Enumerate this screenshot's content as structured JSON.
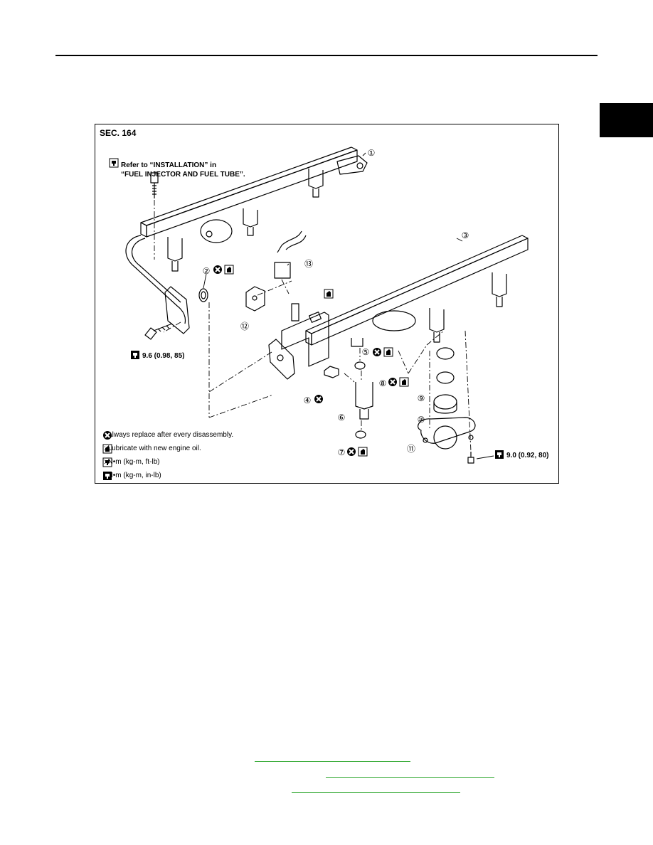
{
  "diagram": {
    "section": "SEC. 164",
    "torque_note": {
      "line1": "Refer to “INSTALLATION” in",
      "line2": "“FUEL INJECTOR AND FUEL TUBE”."
    },
    "torque_values": {
      "left_bolt": "9.6 (0.98, 85)",
      "right_bolt": "9.0 (0.92, 80)"
    },
    "callouts": [
      "①",
      "②",
      "③",
      "④",
      "⑤",
      "⑥",
      "⑦",
      "⑧",
      "⑨",
      "⑩",
      "⑪",
      "⑫",
      "⑬"
    ],
    "legend": [
      {
        "icon": "replace-icon",
        "text": ": Always replace after every disassembly."
      },
      {
        "icon": "oil-can-icon",
        "text": ": Lubricate with new engine oil."
      },
      {
        "icon": "torque-ft-lb-icon",
        "text": ": N•m (kg-m, ft-lb)"
      },
      {
        "icon": "torque-in-lb-icon",
        "text": ": N•m (kg-m, in-lb)"
      }
    ]
  },
  "colors": {
    "link": "#2aa52a",
    "line": "#000000"
  }
}
